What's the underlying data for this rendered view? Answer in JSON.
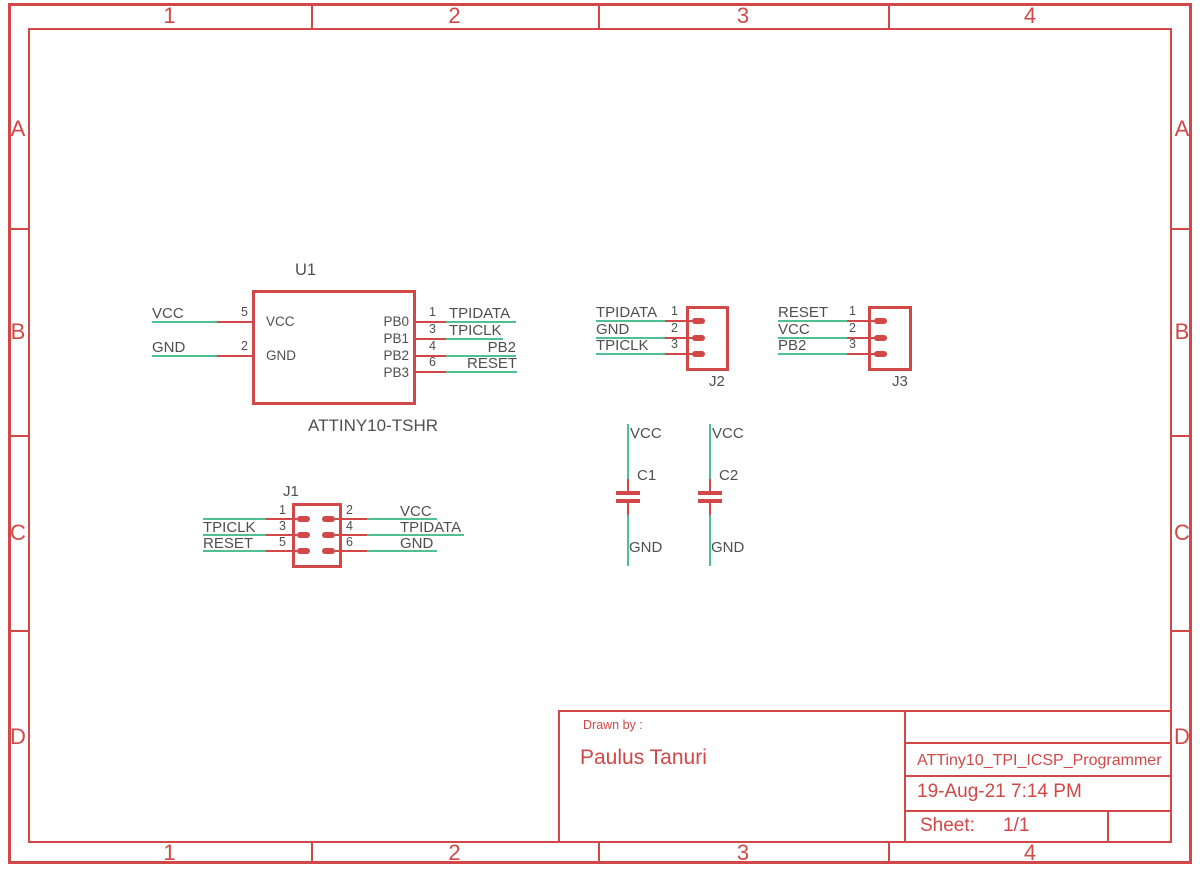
{
  "sheet": {
    "frame": {
      "columns": [
        "1",
        "2",
        "3",
        "4"
      ],
      "rows": [
        "A",
        "B",
        "C",
        "D"
      ]
    },
    "title_block": {
      "drawn_by_label": "Drawn by :",
      "author": "Paulus Tanuri",
      "title": "ATTiny10_TPI_ICSP_Programmer",
      "date": "19-Aug-21 7:14 PM",
      "sheet_label": "Sheet:",
      "sheet_number": "1/1"
    },
    "components": {
      "u1": {
        "refdes": "U1",
        "value": "ATTINY10-TSHR",
        "pin_names": {
          "vcc": "VCC",
          "gnd": "GND",
          "pb0": "PB0",
          "pb1": "PB1",
          "pb2": "PB2",
          "pb3": "PB3"
        },
        "left_pins": [
          {
            "number": "5",
            "net": "VCC"
          },
          {
            "number": "2",
            "net": "GND"
          }
        ],
        "right_pins": [
          {
            "number": "1",
            "net": "TPIDATA"
          },
          {
            "number": "3",
            "net": "TPICLK"
          },
          {
            "number": "4",
            "net": "PB2"
          },
          {
            "number": "6",
            "net": "RESET"
          }
        ]
      },
      "j1": {
        "refdes": "J1",
        "left_pins": [
          {
            "number": "1"
          },
          {
            "number": "3",
            "net": "TPICLK"
          },
          {
            "number": "5",
            "net": "RESET"
          }
        ],
        "right_pins": [
          {
            "number": "2",
            "net": "VCC"
          },
          {
            "number": "4",
            "net": "TPIDATA"
          },
          {
            "number": "6",
            "net": "GND"
          }
        ]
      },
      "j2": {
        "refdes": "J2",
        "pins": [
          {
            "number": "1",
            "net": "TPIDATA"
          },
          {
            "number": "2",
            "net": "GND"
          },
          {
            "number": "3",
            "net": "TPICLK"
          }
        ]
      },
      "j3": {
        "refdes": "J3",
        "pins": [
          {
            "number": "1",
            "net": "RESET"
          },
          {
            "number": "2",
            "net": "VCC"
          },
          {
            "number": "3",
            "net": "PB2"
          }
        ]
      },
      "c1": {
        "refdes": "C1",
        "top_net": "VCC",
        "bottom_net": "GND"
      },
      "c2": {
        "refdes": "C2",
        "top_net": "VCC",
        "bottom_net": "GND"
      }
    },
    "colors": {
      "red": "#d24747",
      "green": "#4ec091",
      "gray": "#4f4f4f"
    }
  }
}
